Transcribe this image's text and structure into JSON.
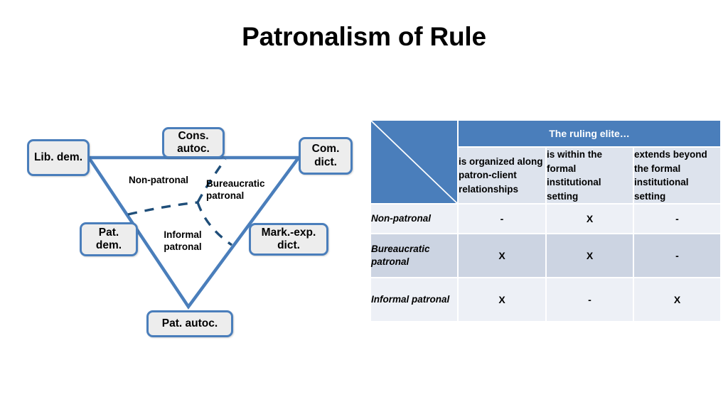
{
  "slide": {
    "title": "Patronalism of Rule",
    "background": "#ffffff"
  },
  "colors": {
    "accent_blue": "#4a7ebb",
    "dark_blue": "#1f4e79",
    "box_fill": "#ededed",
    "table_header_blue": "#4a7ebb",
    "col_head_fill": "#dde3ed",
    "row_light": "#edf0f6",
    "row_dark": "#ccd4e2"
  },
  "diagram": {
    "name": "inverted-triangle-typology",
    "nodes": [
      {
        "id": "lib-dem",
        "label": "Lib.\ndem."
      },
      {
        "id": "cons-autoc",
        "label": "Cons.\nautoc."
      },
      {
        "id": "com-dict",
        "label": "Com.\ndict."
      },
      {
        "id": "pat-dem",
        "label": "Pat.\ndem."
      },
      {
        "id": "mark-exp-dict",
        "label": "Mark.-exp.\ndict."
      },
      {
        "id": "pat-autoc",
        "label": "Pat. autoc."
      }
    ],
    "regions": [
      {
        "id": "non-patronal",
        "label": "Non-patronal"
      },
      {
        "id": "bureaucratic-patronal",
        "label": "Bureaucratic\npatronal"
      },
      {
        "id": "informal-patronal",
        "label": "Informal\npatronal"
      }
    ]
  },
  "matrix": {
    "name": "ruling-elite-matrix",
    "supercolumn_header": "The ruling elite…",
    "columns": [
      "is organized along patron-client relationships",
      "is within the formal institutional setting",
      "extends beyond the formal institutional setting"
    ],
    "rows": [
      {
        "label": "Non-patronal",
        "values": [
          "-",
          "X",
          "-"
        ]
      },
      {
        "label": "Bureaucratic patronal",
        "values": [
          "X",
          "X",
          "-"
        ]
      },
      {
        "label": "Informal patronal",
        "values": [
          "X",
          "-",
          "X"
        ]
      }
    ]
  }
}
